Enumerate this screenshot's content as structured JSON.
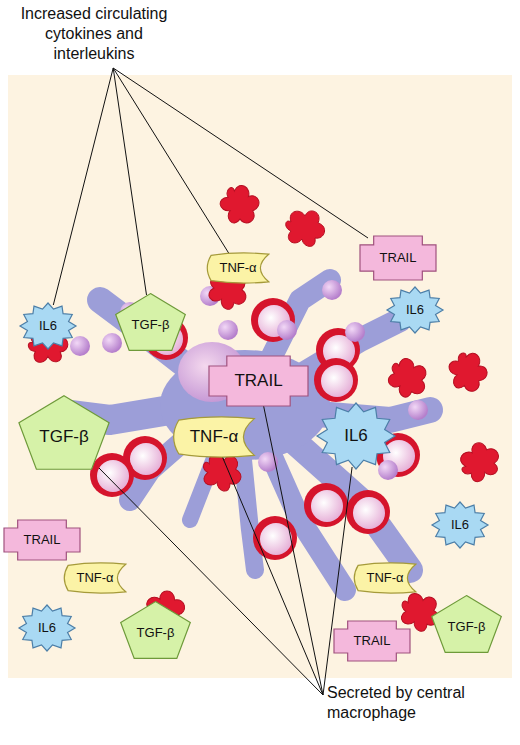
{
  "diagram": {
    "nodes": [
      {
        "text": [
          "TNF-α"
        ]
      },
      {
        "text": [
          "TRAIL"
        ]
      },
      {
        "text": [
          "IL6"
        ]
      },
      {
        "text": [
          "TGF-β"
        ]
      },
      {
        "text": [
          "IL6"
        ]
      },
      {
        "text": [
          "TRAIL"
        ]
      },
      {
        "text": [
          "TGF-β"
        ]
      },
      {
        "text": [
          "TNF-α"
        ]
      },
      {
        "text": [
          "IL6"
        ]
      },
      {
        "text": [
          "IL6"
        ]
      },
      {
        "text": [
          "TRAIL"
        ]
      },
      {
        "text": [
          "TNF-α"
        ]
      },
      {
        "text": [
          "TNF-α"
        ]
      },
      {
        "text": [
          "TGF-β"
        ]
      },
      {
        "text": [
          "IL6"
        ]
      },
      {
        "text": [
          "TGF-β"
        ]
      },
      {
        "text": [
          "TRAIL"
        ]
      }
    ],
    "labels": [
      "Increased circulating cytokines and interleukins",
      "Secreted by central macrophage"
    ]
  }
}
